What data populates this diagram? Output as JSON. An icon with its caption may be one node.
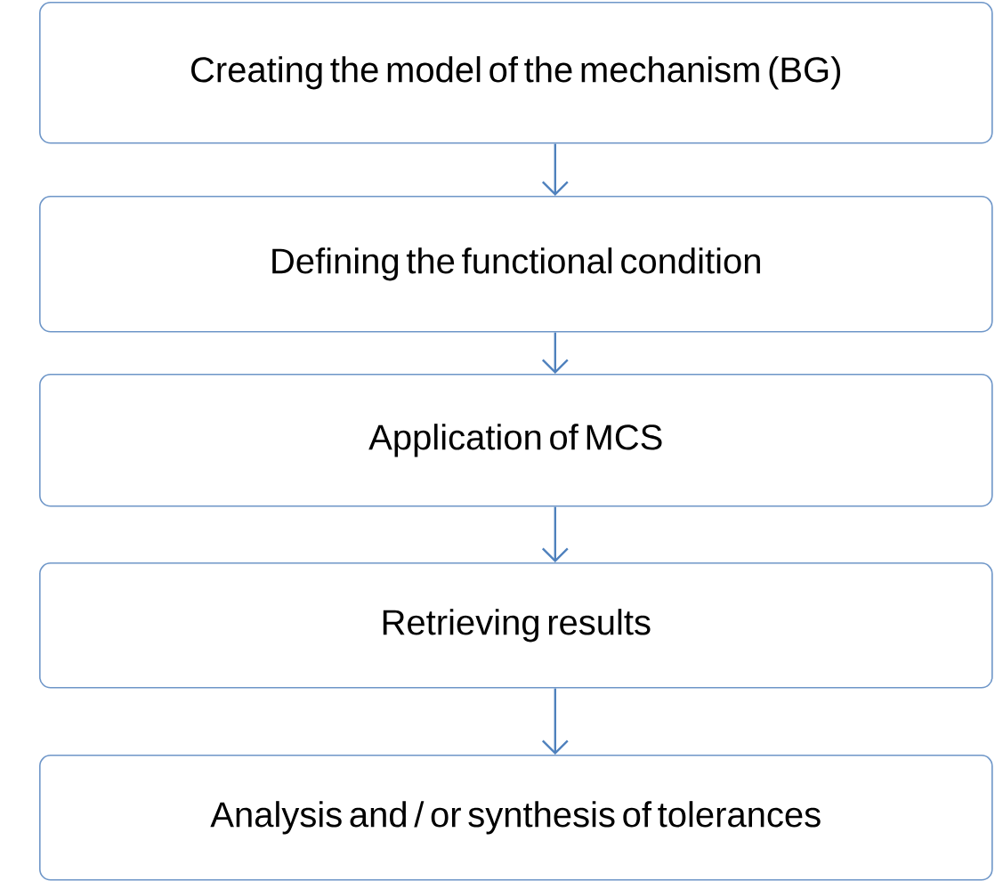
{
  "diagram": {
    "nodes": [
      {
        "text": [
          "Creating the model of the mechanism (BG)"
        ]
      },
      {
        "text": [
          "Defining the functional condition"
        ]
      },
      {
        "text": [
          "Application of MCS"
        ]
      },
      {
        "text": [
          "Retrieving results"
        ]
      },
      {
        "text": [
          "Analysis and / or synthesis of tolerances"
        ]
      }
    ],
    "edges": [
      {
        "from": 0,
        "to": 1,
        "arrow": "to"
      },
      {
        "from": 1,
        "to": 2,
        "arrow": "to"
      },
      {
        "from": 2,
        "to": 3,
        "arrow": "to"
      },
      {
        "from": 3,
        "to": 4,
        "arrow": "to"
      }
    ]
  }
}
